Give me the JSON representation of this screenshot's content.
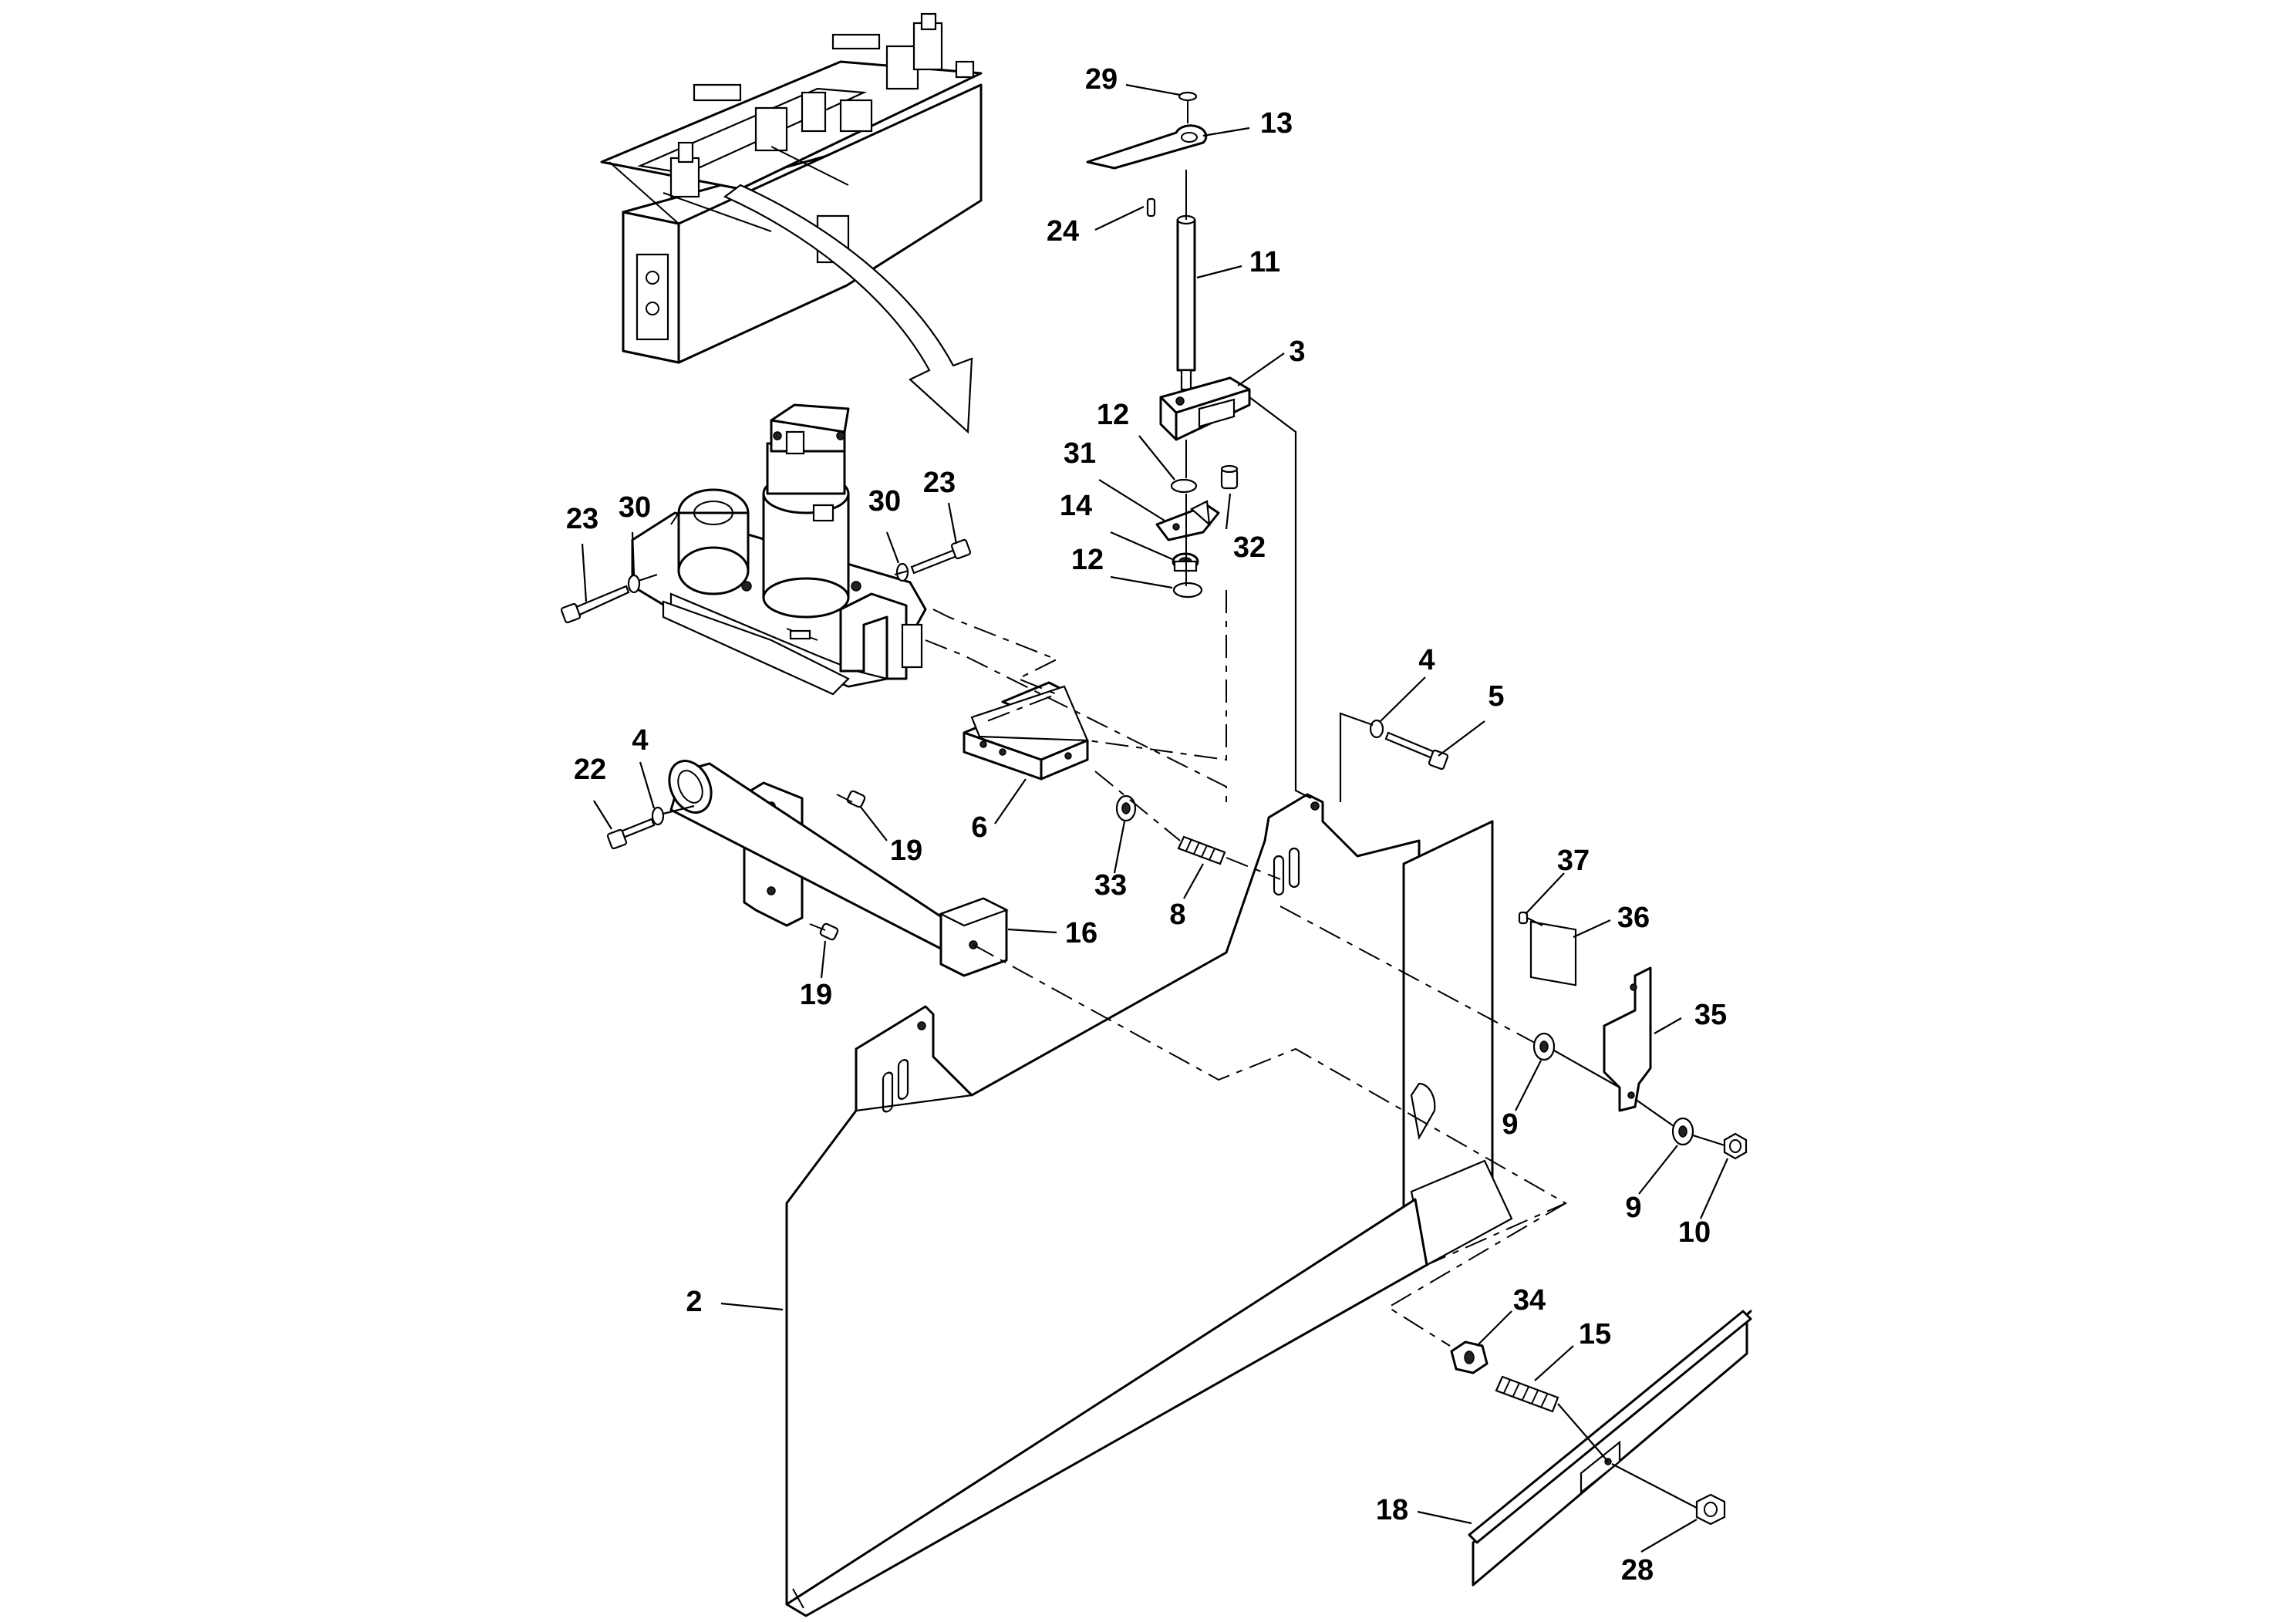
{
  "figure": {
    "type": "exploded-parts-diagram",
    "callouts": [
      "29",
      "13",
      "24",
      "11",
      "3",
      "12",
      "31",
      "14",
      "12",
      "32",
      "23",
      "30",
      "30",
      "23",
      "4",
      "5",
      "22",
      "4",
      "19",
      "6",
      "33",
      "8",
      "19",
      "16",
      "37",
      "36",
      "35",
      "9",
      "9",
      "10",
      "2",
      "34",
      "15",
      "18",
      "28"
    ]
  },
  "icons": {
    "overview": "machine-assembly-overview-icon",
    "pointer": "curved-arrow-icon"
  }
}
